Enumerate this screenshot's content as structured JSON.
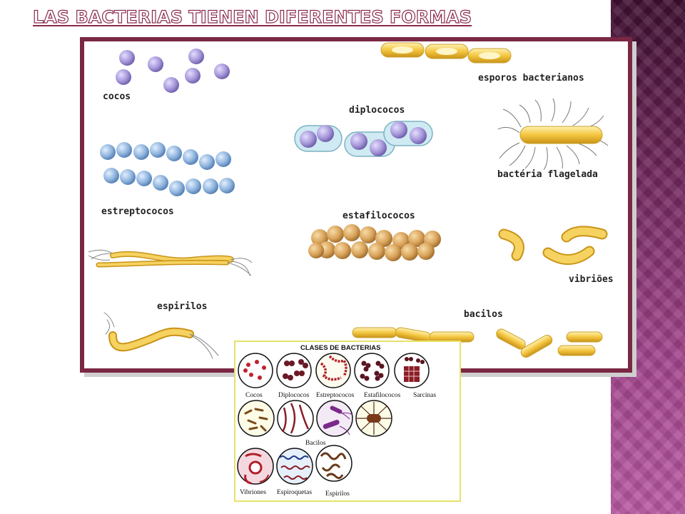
{
  "slide": {
    "title": "LAS BACTERIAS TIENEN DIFERENTES FORMAS"
  },
  "panel": {
    "labels": {
      "cocos": "cocos",
      "esporos": "esporos bacterianos",
      "diplococos": "diplococos",
      "flagelada": "bactéria flagelada",
      "estreptococos": "estreptococos",
      "estafilococos": "estafilococos",
      "vibrioes": "vibriões",
      "espirilos": "espirilos",
      "bacilos": "bacilos"
    }
  },
  "inset": {
    "title": "CLASES DE BACTERIAS",
    "labels": {
      "cocos": "Cocos",
      "diplococos": "Diplococos",
      "estreptococos": "Estreptococos",
      "estafilococos": "Estafilococos",
      "sarcinas": "Sarcinas",
      "bacilos": "Bacilos",
      "vibriones": "Vibriones",
      "espiroquetas": "Espiroquetas",
      "espirilos": "Espirilos"
    }
  },
  "colors": {
    "frame": "#7a2744",
    "coccus": "#a596d8",
    "chain": "#8fb4dd",
    "bacillus": "#f4c640",
    "cluster": "#d9a35a"
  }
}
